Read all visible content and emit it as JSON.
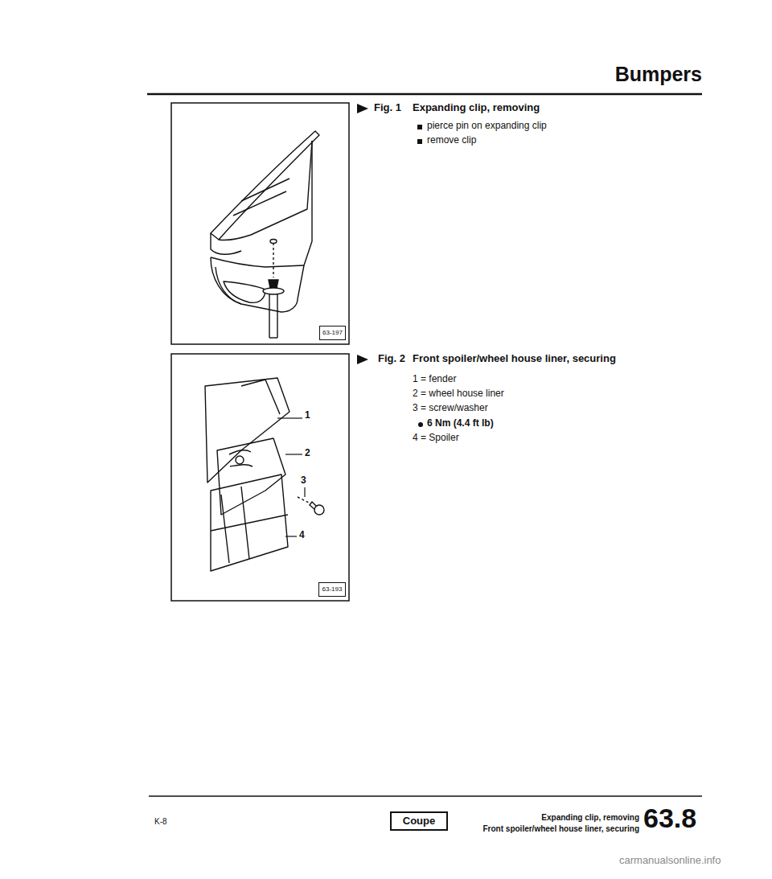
{
  "diagram": {
    "title": "Bumpers",
    "nodes": [
      {
        "text": [
          "63-197"
        ]
      },
      {
        "text": [
          "63-193"
        ]
      },
      {
        "text": [
          "Coupe"
        ]
      }
    ],
    "labels": [
      "Fig. 1",
      "Expanding clip, removing",
      "pierce pin on expanding clip",
      "remove clip",
      "1",
      "2",
      "3",
      "4",
      "Fig. 2",
      "Front spoiler/wheel house liner, securing",
      "1 = fender",
      "2 = wheel house liner",
      "3 = screw/washer",
      "6 Nm (4.4 ft lb)",
      "4 = Spoiler",
      "K-8",
      "Expanding clip, removing",
      "Front spoiler/wheel house liner, securing",
      "63.8",
      "carmanualsonline.info"
    ]
  }
}
